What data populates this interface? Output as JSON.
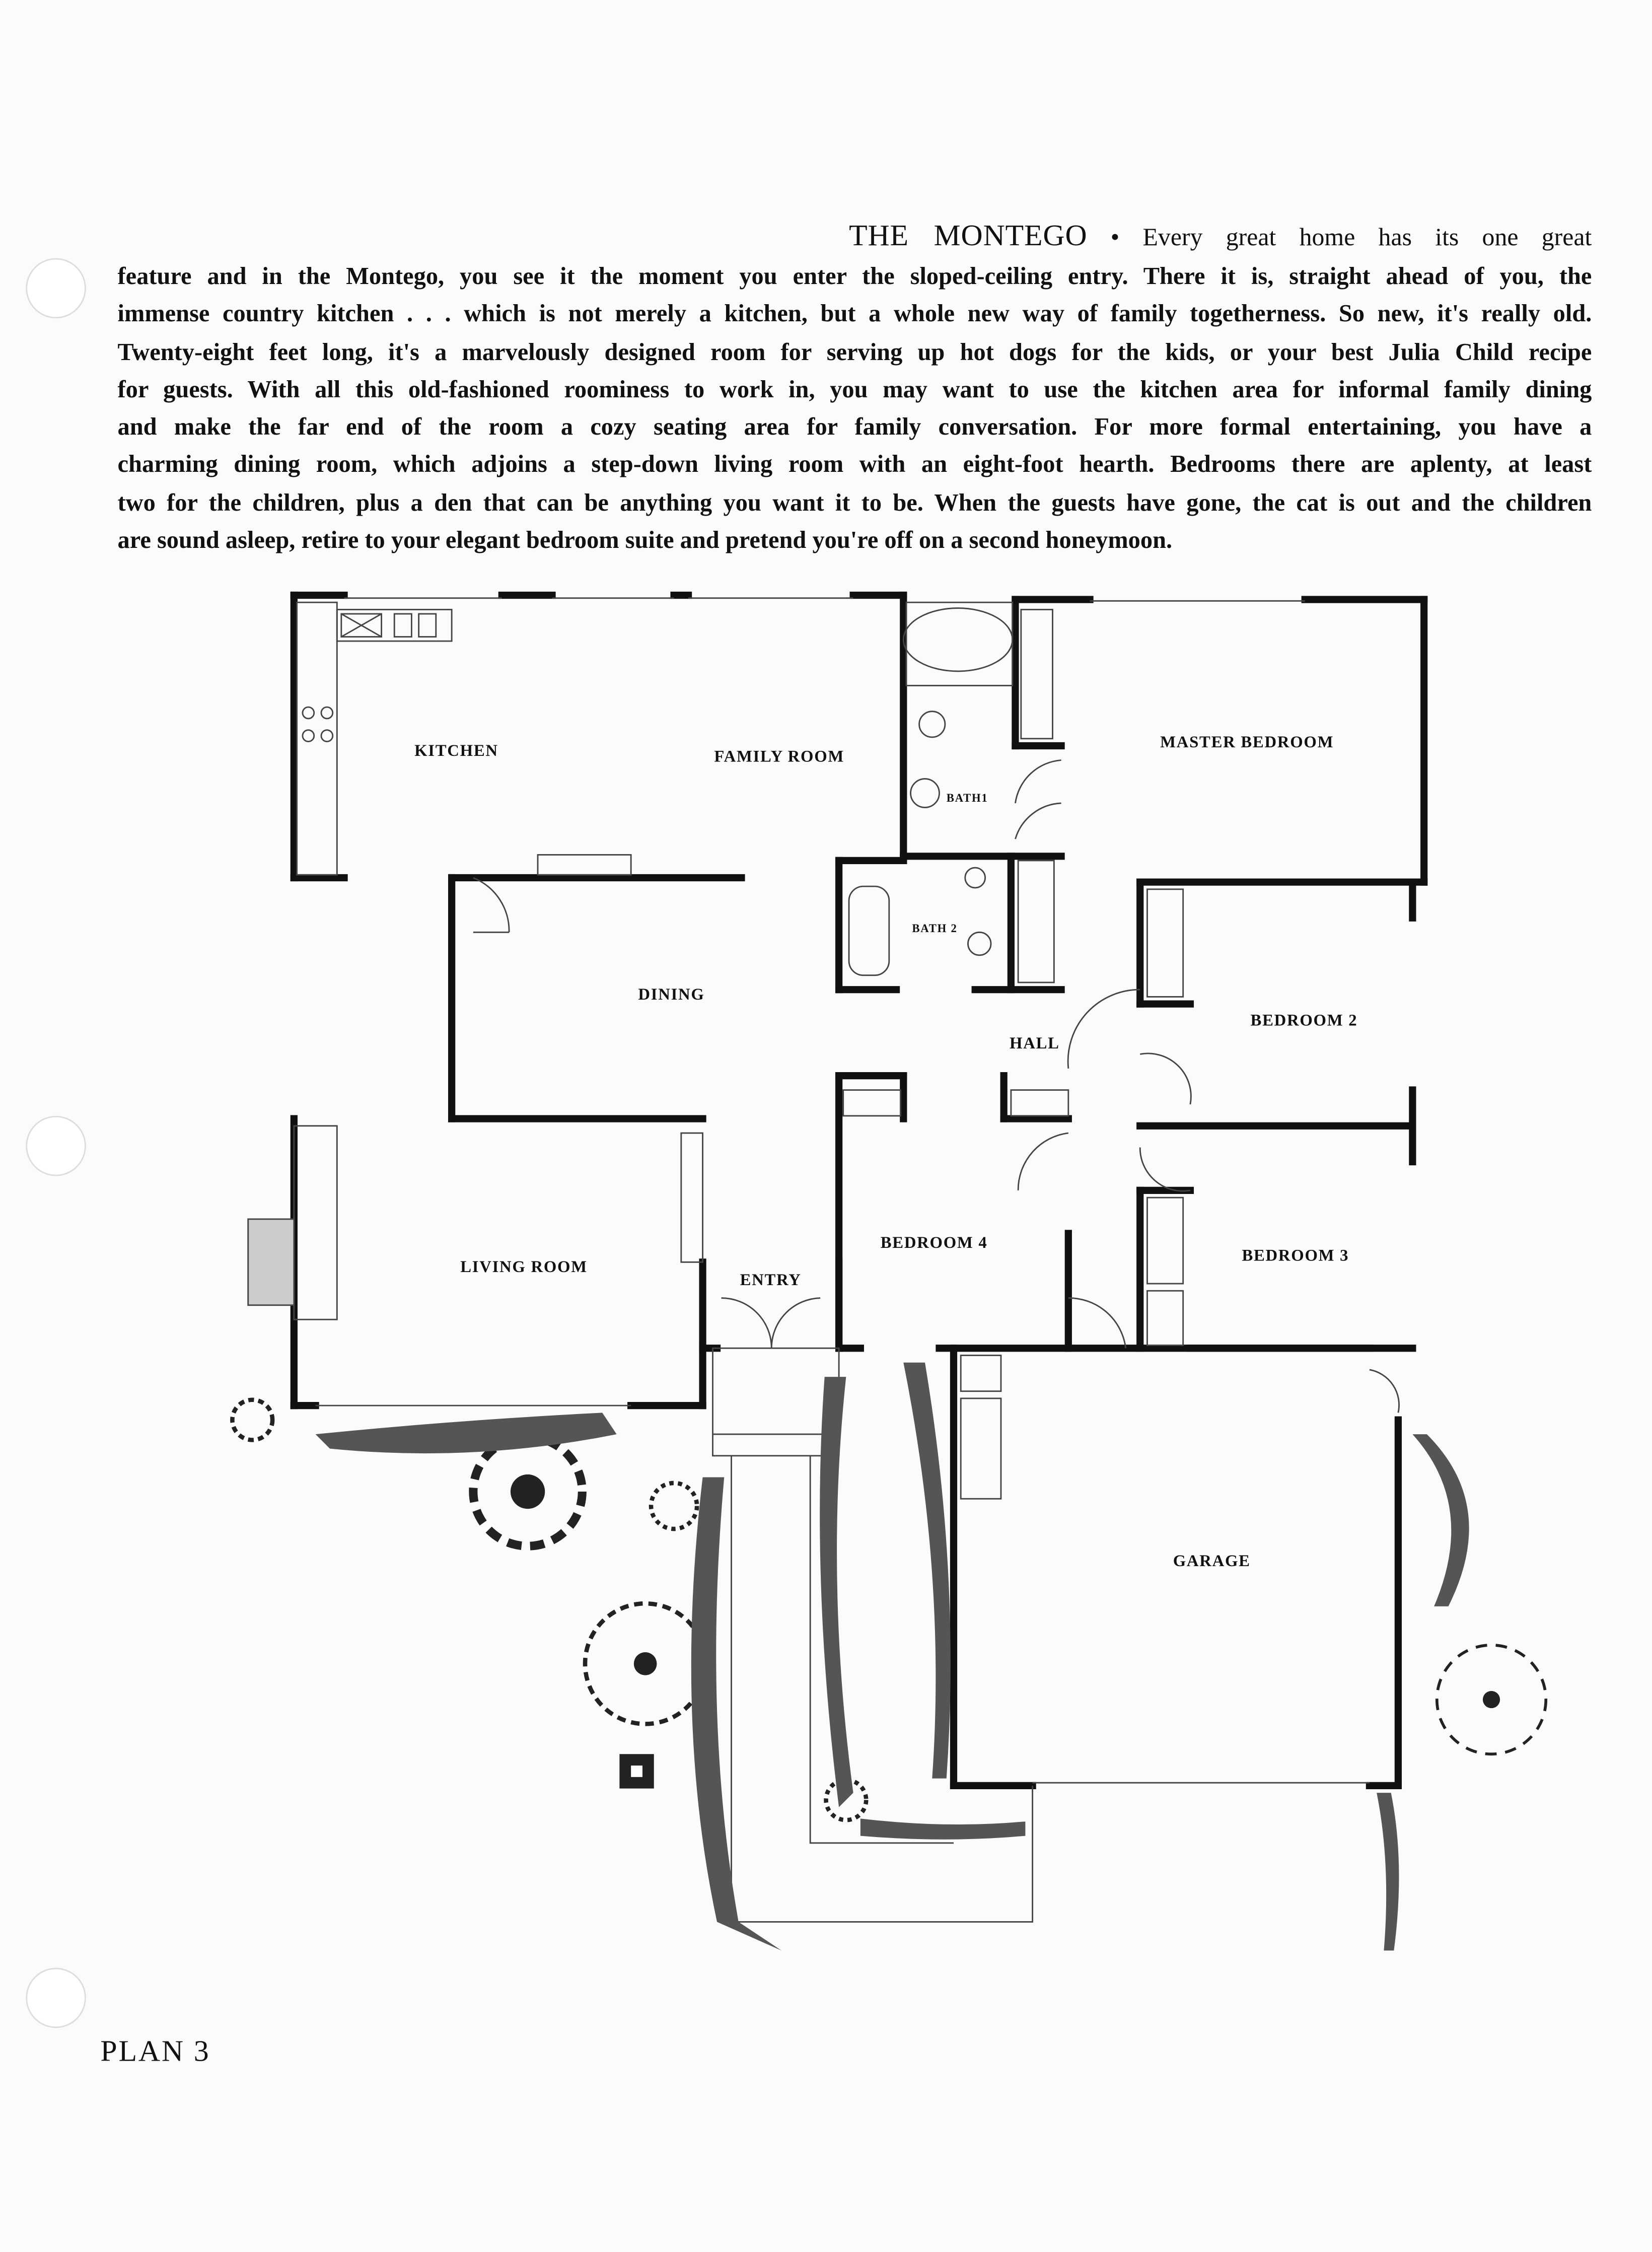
{
  "title": "THE MONTEGO",
  "separator": "•",
  "first_line_text": "Every great home has its one great",
  "paragraph_lines": [
    "feature and in the Montego, you see it the moment you enter the sloped-ceiling entry. There it is, straight ahead of you, the",
    "immense country kitchen . . . which is not merely a kitchen, but a whole new way of family togetherness. So new, it's really old.",
    "Twenty-eight feet long, it's a marvelously designed room for serving up hot dogs for the kids, or your best Julia Child recipe",
    "for guests. With all this old-fashioned roominess to work in, you may want to use the kitchen area for informal family dining",
    "and make the far end of the room a cozy seating area for family conversation. For more formal entertaining, you have a",
    "charming dining room, which adjoins a step-down living room with an eight-foot hearth. Bedrooms there are aplenty, at least",
    "two for the children, plus a den that can be anything you want it to be. When the guests have gone, the cat is out and the children",
    "are sound asleep, retire to your elegant bedroom suite and pretend you're off on a second honeymoon."
  ],
  "rooms": {
    "kitchen": "KITCHEN",
    "family_room": "FAMILY ROOM",
    "bath1": "BATH1",
    "master_bedroom": "MASTER BEDROOM",
    "bath2": "BATH 2",
    "dining": "DINING",
    "hall": "HALL",
    "bedroom2": "BEDROOM 2",
    "bedroom4": "BEDROOM 4",
    "bedroom3": "BEDROOM 3",
    "living_room": "LIVING ROOM",
    "entry": "ENTRY",
    "garage": "GARAGE"
  },
  "plan_label": "PLAN 3"
}
